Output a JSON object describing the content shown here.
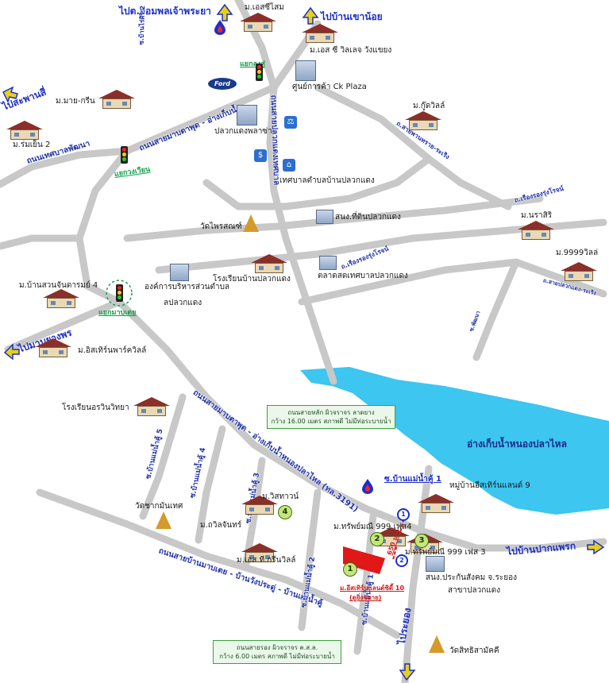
{
  "directions": {
    "pt_jomphon": "ไปต.จอมพลเจ้าพระยา",
    "khao_noi": "ไปบ้านเขาน้อย",
    "saphan_si": "ไปสะพานสี่",
    "mab_yang_phon": "ไปมาบยางพร",
    "pak_phraek": "ไปบ้านปากแพรก",
    "rayong": "ไประยอง"
  },
  "roads": {
    "thetsaban_phatthana": "ถนนเทศบาลพัฒนา",
    "sai_mabtaphut_north": "ถนนสายมาบตาพุด - อ่างเก็บน้ำ",
    "sai_mabtaphut_nongplalai": "ถนนสายมาบตาพุด - อ่างเก็บน้ำหนองปลาไหล (ทล.3191)",
    "sai_ban_maptadeua": "ถนนสายบ้านมาบเตย - บ้านวังประดู่ - บ้านแม่น้ำคู้",
    "sai_plaeng_thetsaban": "ถนนสายปลวกแดงเทศบาล",
    "ban_rai_siri_2": "ซ.บ้านไร่ศิริ 2",
    "sai_panthai_ruangsing": "ถ.สายพานทราย-ระเริง",
    "rueang_rong_rung_rot_1": "ถ.เรืองรองรุ่งโรจน์",
    "rueang_rong_rung_rot_2": "ถ.เรืองรองรุ่งโรจน์",
    "sai_plaeng_lang": "ถ.สายปลวกแดง-ระเริง",
    "soi_phatthana": "ซ.พัฒนา",
    "soi_maenamkhu_5": "ซ.บ้านแม่น้ำคู้ 5",
    "soi_maenamkhu_4": "ซ.บ้านแม่น้ำคู้ 4",
    "soi_maenamkhu_3": "ซ.บ้านแม่น้ำคู้ 3",
    "soi_maenamkhu_2": "ซ.บ้านแม่น้ำคู้ 2",
    "soi_maenamkhu_1a": "ซ.บ้านแม่น้ำคู้ 1",
    "soi_maenamkhu_1b": "ซ.บ้านแม่น้ำคู้ 1"
  },
  "junctions": {
    "sam_yaek_north": "แยกลงสู่",
    "yaek_kwang": "แยกวงเวียน",
    "yaek_maptadeua": "แยกมาบเตย"
  },
  "places": {
    "m_es_siam": "ม.เอสซีไสม",
    "m_es_village": "ม.เอส ซี วิลเลจ วังแขยง",
    "m_mai_green": "ม.มาย-กรีน",
    "m_romyen_2": "ม.ร่มเย็น 2",
    "ck_plaza": "ศูนย์การค้า Ck Plaza",
    "plaeng_plaza": "ปลวกแดงพลาซ่า",
    "m_gooodville": "ม.กู๊ดวิลล์",
    "thetsaban_tambon": "เทศบาลตำบลบ้านปลวกแดง",
    "wat_phrai_son": "วัดไพรสณฑ์",
    "sno_ti_din": "สนง.ที่ดินปลวกแดง",
    "m_narasiri": "ม.นราสิริ",
    "m_9999_villa": "ม.9999วิลล่",
    "school_plaeng": "โรงเรียนบ้านปลวกแดง",
    "aor_bor_tor": "องค์การบริหารส่วนตำบล",
    "aor_bor_tor_2": "ลปลวกแดง",
    "market": "ตลาดสดเทศบาลปลวกแดง",
    "m_ban_suan_chan": "ม.บ้านสวนจันดารมย์ 4",
    "m_hiservin_park": "ม.อิสเทิร์นพาร์ควิลล์",
    "school_wor_win": "โรงเรียนอรวินวิทยา",
    "wat_chak_man": "วัดชากมันเทศ",
    "m_wisit_town": "ม.วิสทาวน์",
    "m_taweechan": "ม.ถวิลจันทร์",
    "m_es_green": "ม.เอส.ที.กรีนวิลล์",
    "m_sap_mani_4": "ม.ทรัพย์มณี 999 เฟส4",
    "m_sap_mani_3": "ม.ทรัพย์มณี 999 เฟส 3",
    "moo_ban_eastern": "หมู่บ้านอีสเทิร์นแลนด์ 9",
    "social_security": "สนง.ประกันสังคม จ.ระยอง",
    "social_security_2": "สาขาปลวกแดง",
    "wat_sitthi": "วัดสิทธิสามัคคี",
    "lake": "อ่างเก็บน้ำหนองปลาไหล",
    "soi_maenamkhu_1_label": "ซ.บ้านแม่น้ำคู้ 1",
    "project": "ม.อีสเทิร์นแลนด์ซิตี้ 10",
    "project_sub": "(ดูยิ่งขยาย)",
    "distance": "650 ม.→"
  },
  "notes": {
    "main_road": [
      "ถนนสายหลัก ผิวจราจร ลาดยาง",
      "กว้าง 16.00 เมตร สภาพดี ไม่มีท่อระบายน้ำ"
    ],
    "sub_road": [
      "ถนนสายรอง ผิวจราจร ค.ส.ล.",
      "กว้าง 6.00 เมตร สภาพดี ไม่มีท่อระบายน้ำ"
    ]
  },
  "logos": {
    "ford": "Ford"
  },
  "markers": [
    "1",
    "2",
    "3",
    "4"
  ],
  "pins": [
    "1",
    "2"
  ],
  "colors": {
    "lake": "#3cc6f0",
    "road": "#c8c8c8",
    "direction": "#1d2fc8",
    "project": "#e01818"
  }
}
